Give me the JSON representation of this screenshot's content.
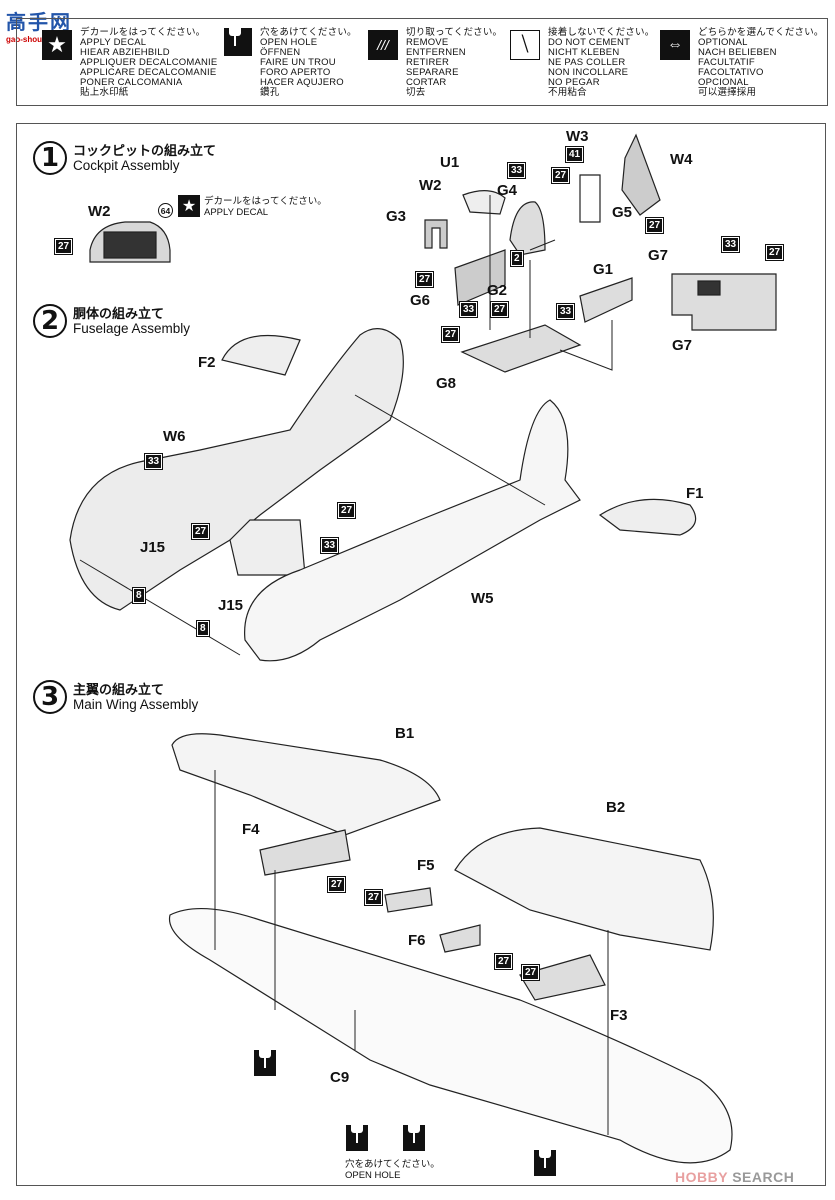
{
  "watermark_top": {
    "title": "高手网",
    "url_text": "gao-shou.com"
  },
  "watermark_bottom": {
    "brand_mark": "HOBBY",
    "brand_text": "SEARCH"
  },
  "legend": [
    {
      "icon": "star-decal-icon",
      "lines": [
        "デカールをはってください。",
        "APPLY DECAL",
        "HIEAR ABZIEHBILD",
        "APPLIQUER DECALCOMANIE",
        "APPLICARE DECALCOMANIE",
        "PONER CALCOMANIA",
        "貼上水印紙"
      ]
    },
    {
      "icon": "drill-hole-icon",
      "lines": [
        "穴をあけてください。",
        "OPEN HOLE",
        "ÖFFNEN",
        "FAIRE UN TROU",
        "FORO APERTO",
        "HACER AQUJERO",
        "鑽孔"
      ]
    },
    {
      "icon": "cut-remove-icon",
      "lines": [
        "切り取ってください。",
        "REMOVE",
        "ENTFERNEN",
        "RETIRER",
        "SEPARARE",
        "CORTAR",
        "切去"
      ]
    },
    {
      "icon": "no-cement-icon",
      "lines": [
        "接着しないでください。",
        "DO NOT CEMENT",
        "NICHT KLEBEN",
        "NE PAS COLLER",
        "NON INCOLLARE",
        "NO PEGAR",
        "不用粘合"
      ]
    },
    {
      "icon": "optional-arrows-icon",
      "lines": [
        "どちらかを選んでください。",
        "OPTIONAL",
        "NACH BELIEBEN",
        "FACULTATIF",
        "FACOLTATIVO",
        "OPCIONAL",
        "可以選擇採用"
      ]
    }
  ],
  "steps": [
    {
      "number": "1",
      "title_ja": "コックピットの組み立て",
      "title_en": "Cockpit Assembly"
    },
    {
      "number": "2",
      "title_ja": "胴体の組み立て",
      "title_en": "Fuselage Assembly"
    },
    {
      "number": "3",
      "title_ja": "主翼の組み立て",
      "title_en": "Main Wing Assembly"
    }
  ],
  "step1_decal_note": {
    "ja": "デカールをはってください。",
    "en": "APPLY DECAL",
    "decal_number": "64"
  },
  "parts": [
    "W2",
    "W3",
    "U1",
    "W4",
    "W2",
    "G4",
    "G3",
    "G5",
    "G1",
    "G7",
    "G2",
    "G6",
    "G7",
    "G8",
    "F2",
    "W6",
    "F1",
    "J15",
    "W5",
    "J15",
    "B1",
    "B2",
    "F4",
    "F5",
    "F6",
    "F3",
    "C9"
  ],
  "paints": [
    "27",
    "33",
    "41",
    "27",
    "27",
    "2",
    "27",
    "33",
    "27",
    "33",
    "27",
    "33",
    "27",
    "33",
    "27",
    "27",
    "33",
    "8",
    "8",
    "27",
    "27",
    "27",
    "27"
  ],
  "open_hole_note": {
    "ja": "穴をあけてください。",
    "en": "OPEN HOLE"
  }
}
